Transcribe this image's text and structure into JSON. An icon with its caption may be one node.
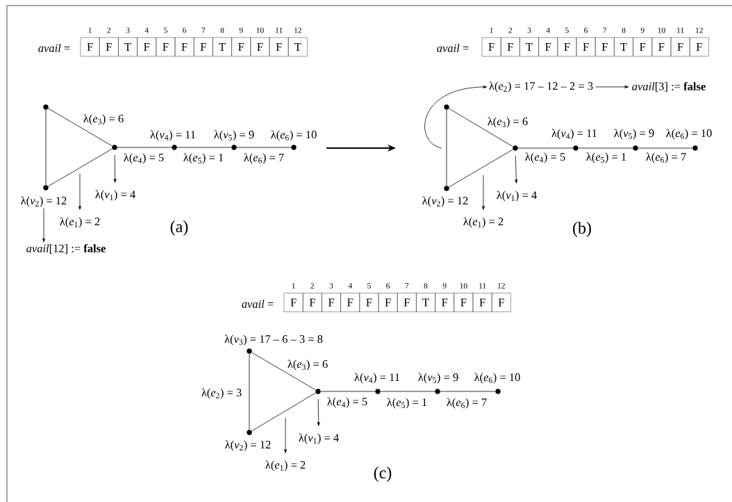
{
  "diagram": {
    "nodes": [
      {
        "text": [
          "F"
        ],
        "beside": [
          "1"
        ]
      },
      {
        "text": [
          "F"
        ],
        "beside": [
          "2"
        ]
      },
      {
        "text": [
          "T"
        ],
        "beside": [
          "3"
        ]
      },
      {
        "text": [
          "F"
        ],
        "beside": [
          "4"
        ]
      },
      {
        "text": [
          "F"
        ],
        "beside": [
          "5"
        ]
      },
      {
        "text": [
          "F"
        ],
        "beside": [
          "6"
        ]
      },
      {
        "text": [
          "F"
        ],
        "beside": [
          "7"
        ]
      },
      {
        "text": [
          "T"
        ],
        "beside": [
          "8"
        ]
      },
      {
        "text": [
          "F"
        ],
        "beside": [
          "9"
        ]
      },
      {
        "text": [
          "F"
        ],
        "beside": [
          "10"
        ]
      },
      {
        "text": [
          "F"
        ],
        "beside": [
          "11"
        ]
      },
      {
        "text": [
          "T"
        ],
        "beside": [
          "12"
        ]
      },
      {
        "text": [],
        "shape": "circle"
      },
      {
        "text": [],
        "shape": "circle"
      },
      {
        "text": [],
        "shape": "circle"
      },
      {
        "text": [],
        "shape": "circle"
      },
      {
        "text": [],
        "shape": "circle"
      },
      {
        "text": [],
        "shape": "circle"
      },
      {
        "text": [
          "λ(*v*$_{1}$) = 4"
        ]
      },
      {
        "text": [
          "λ(*e*$_{1}$) = 2"
        ]
      },
      {
        "text": [
          "λ(*v*$_{2}$) = 12"
        ]
      },
      {
        "text": [
          "*avail*[12] := **false**"
        ]
      },
      {
        "text": [
          "F"
        ],
        "beside": [
          "1"
        ]
      },
      {
        "text": [
          "F"
        ],
        "beside": [
          "2"
        ]
      },
      {
        "text": [
          "T"
        ],
        "beside": [
          "3"
        ]
      },
      {
        "text": [
          "F"
        ],
        "beside": [
          "4"
        ]
      },
      {
        "text": [
          "F"
        ],
        "beside": [
          "5"
        ]
      },
      {
        "text": [
          "F"
        ],
        "beside": [
          "6"
        ]
      },
      {
        "text": [
          "F"
        ],
        "beside": [
          "7"
        ]
      },
      {
        "text": [
          "T"
        ],
        "beside": [
          "8"
        ]
      },
      {
        "text": [
          "F"
        ],
        "beside": [
          "9"
        ]
      },
      {
        "text": [
          "F"
        ],
        "beside": [
          "10"
        ]
      },
      {
        "text": [
          "F"
        ],
        "beside": [
          "11"
        ]
      },
      {
        "text": [
          "F"
        ],
        "beside": [
          "12"
        ]
      },
      {
        "text": [
          "λ(*e*$_{2}$) = 17 – 12 – 2 = 3"
        ]
      },
      {
        "text": [
          "*avail*[3] := **false**"
        ]
      },
      {
        "text": [],
        "shape": "circle"
      },
      {
        "text": [],
        "shape": "circle"
      },
      {
        "text": [],
        "shape": "circle"
      },
      {
        "text": [],
        "shape": "circle"
      },
      {
        "text": [],
        "shape": "circle"
      },
      {
        "text": [],
        "shape": "circle"
      },
      {
        "text": [
          "λ(*v*$_{1}$) = 4"
        ]
      },
      {
        "text": [
          "λ(*e*$_{1}$) = 2"
        ]
      },
      {
        "text": [
          "F"
        ],
        "beside": [
          "1"
        ]
      },
      {
        "text": [
          "F"
        ],
        "beside": [
          "2"
        ]
      },
      {
        "text": [
          "F"
        ],
        "beside": [
          "3"
        ]
      },
      {
        "text": [
          "F"
        ],
        "beside": [
          "4"
        ]
      },
      {
        "text": [
          "F"
        ],
        "beside": [
          "5"
        ]
      },
      {
        "text": [
          "F"
        ],
        "beside": [
          "6"
        ]
      },
      {
        "text": [
          "F"
        ],
        "beside": [
          "7"
        ]
      },
      {
        "text": [
          "T"
        ],
        "beside": [
          "8"
        ]
      },
      {
        "text": [
          "F"
        ],
        "beside": [
          "9"
        ]
      },
      {
        "text": [
          "F"
        ],
        "beside": [
          "10"
        ]
      },
      {
        "text": [
          "F"
        ],
        "beside": [
          "11"
        ]
      },
      {
        "text": [
          "F"
        ],
        "beside": [
          "12"
        ]
      },
      {
        "text": [],
        "shape": "circle"
      },
      {
        "text": [],
        "shape": "circle"
      },
      {
        "text": [],
        "shape": "circle"
      },
      {
        "text": [],
        "shape": "circle"
      },
      {
        "text": [],
        "shape": "circle"
      },
      {
        "text": [],
        "shape": "circle"
      },
      {
        "text": [
          "λ(*v*$_{1}$) = 4"
        ]
      },
      {
        "text": [
          "λ(*e*$_{1}$) = 2"
        ]
      }
    ],
    "edges": [
      {
        "from": 12,
        "to": 13,
        "arrow": "none"
      },
      {
        "from": 12,
        "to": 14,
        "arrow": "none"
      },
      {
        "from": 13,
        "to": 14,
        "arrow": "none"
      },
      {
        "from": 14,
        "to": 15,
        "arrow": "none"
      },
      {
        "from": 15,
        "to": 16,
        "arrow": "none"
      },
      {
        "from": 16,
        "to": 17,
        "arrow": "none"
      },
      {
        "from": 14,
        "to": 18,
        "arrow": "to"
      },
      {
        "from": null,
        "to": 19,
        "arrow": "to"
      },
      {
        "from": 20,
        "to": 21,
        "arrow": "to"
      },
      {
        "from": 36,
        "to": 37,
        "arrow": "none"
      },
      {
        "from": 36,
        "to": 38,
        "arrow": "none"
      },
      {
        "from": 37,
        "to": 38,
        "arrow": "none"
      },
      {
        "from": 38,
        "to": 39,
        "arrow": "none"
      },
      {
        "from": 39,
        "to": 40,
        "arrow": "none"
      },
      {
        "from": 40,
        "to": 41,
        "arrow": "none"
      },
      {
        "from": null,
        "to": 34,
        "arrow": "to"
      },
      {
        "from": 34,
        "to": 35,
        "arrow": "to"
      },
      {
        "from": 38,
        "to": 42,
        "arrow": "to"
      },
      {
        "from": null,
        "to": 43,
        "arrow": "to"
      },
      {
        "from": 56,
        "to": 57,
        "arrow": "none"
      },
      {
        "from": 56,
        "to": 58,
        "arrow": "none"
      },
      {
        "from": 57,
        "to": 58,
        "arrow": "none"
      },
      {
        "from": 58,
        "to": 59,
        "arrow": "none"
      },
      {
        "from": 59,
        "to": 60,
        "arrow": "none"
      },
      {
        "from": 60,
        "to": 61,
        "arrow": "none"
      },
      {
        "from": 58,
        "to": 62,
        "arrow": "to"
      },
      {
        "from": null,
        "to": 63,
        "arrow": "to"
      }
    ],
    "labels": [
      "*avail* =",
      "*avail* =",
      "λ(*e*$_{3}$) = 6",
      "λ(*v*$_{4}$) = 11",
      "λ(*v*$_{5}$) = 9",
      "λ(*e*$_{6}$) = 10",
      "λ(*e*$_{4}$) = 5",
      "λ(*e*$_{5}$) = 1",
      "λ(*e*$_{6}$) = 7",
      "(a)",
      "λ(*e*$_{3}$) = 6",
      "λ(*v*$_{4}$) = 11",
      "λ(*v*$_{5}$) = 9",
      "λ(*e*$_{6}$) = 10",
      "λ(*e*$_{4}$) = 5",
      "λ(*e*$_{5}$) = 1",
      "λ(*e*$_{6}$) = 7",
      "λ(*v*$_{2}$) = 12",
      "(b)",
      "*avail* =",
      "λ(*v*$_{3}$) = 17 – 6 – 3 = 8",
      "λ(*e*$_{3}$) = 6",
      "λ(*e*$_{2}$) = 3",
      "λ(*v*$_{4}$) = 11",
      "λ(*v*$_{5}$) = 9",
      "λ(*e*$_{6}$) = 10",
      "λ(*e*$_{4}$) = 5",
      "λ(*e*$_{5}$) = 1",
      "λ(*e*$_{6}$) = 7",
      "λ(*v*$_{2}$) = 12",
      "(c)"
    ]
  }
}
